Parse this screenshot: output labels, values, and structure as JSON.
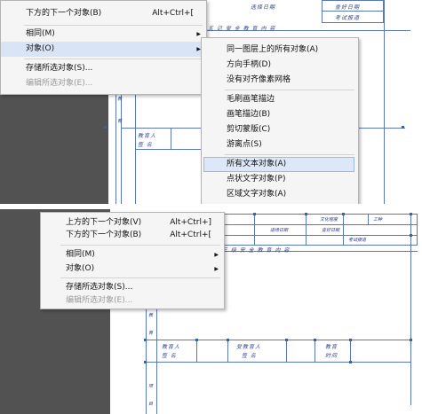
{
  "top_panel": {
    "main_menu": {
      "items": [
        {
          "label": "下方的下一个对象(B)",
          "shortcut": "Alt+Ctrl+["
        },
        {
          "label": "相同(M)"
        },
        {
          "label": "对象(O)"
        },
        {
          "label": "存储所选对象(S)..."
        },
        {
          "label": "编辑所选对象(E)..."
        }
      ]
    },
    "submenu": {
      "items": [
        {
          "label": "同一图层上的所有对象(A)"
        },
        {
          "label": "方向手柄(D)"
        },
        {
          "label": "没有对齐像素网格"
        },
        {
          "label": "毛刷画笔描边"
        },
        {
          "label": "画笔描边(B)"
        },
        {
          "label": "剪切蒙版(C)"
        },
        {
          "label": "游离点(S)"
        },
        {
          "label": "所有文本对象(A)"
        },
        {
          "label": "点状文字对象(P)"
        },
        {
          "label": "区域文字对象(A)"
        }
      ]
    },
    "document_text": {
      "header_cells": [
        "选择日期",
        "查好日期",
        "考试报道"
      ],
      "form_row": "五 记 安 全 教 育 内 容",
      "side_marks": [
        "教",
        "育"
      ],
      "signature_block": [
        "教育人",
        "签 名"
      ]
    }
  },
  "bottom_panel": {
    "main_menu": {
      "items": [
        {
          "label": "上方的下一个对象(V)",
          "shortcut": "Alt+Ctrl+]"
        },
        {
          "label": "下方的下一个对象(B)",
          "shortcut": "Alt+Ctrl+["
        },
        {
          "label": "相同(M)"
        },
        {
          "label": "对象(O)"
        },
        {
          "label": "存储所选对象(S)..."
        },
        {
          "label": "编辑所选对象(E)..."
        }
      ]
    },
    "document_text": {
      "header_cells": [
        "文化程度",
        "工种",
        "进场日期",
        "查好日期",
        "考试报道"
      ],
      "form_row": "三 级 安 全 教 育 内 容",
      "side_marks": [
        "教",
        "育",
        "项",
        "目"
      ],
      "signature_cells": [
        "教育人",
        "签 名",
        "受教育人",
        "签 名",
        "教育",
        "时间"
      ]
    }
  }
}
